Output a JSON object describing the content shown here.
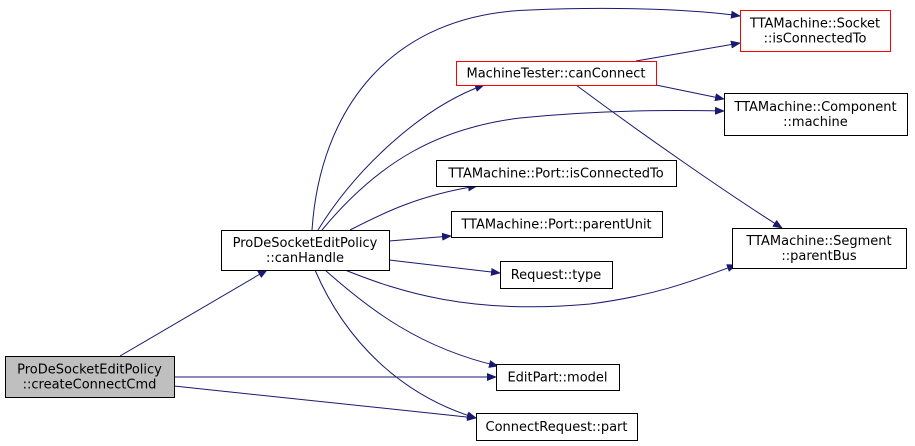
{
  "colors": {
    "edge": "#191970",
    "border_default": "#000000",
    "border_highlight": "#ff0000",
    "fill_default": "#ffffff",
    "fill_root": "#bfbfbf"
  },
  "nodes": [
    {
      "id": "create_connect_cmd",
      "lines": [
        "ProDeSocketEditPolicy",
        "::createConnectCmd"
      ],
      "style": "root"
    },
    {
      "id": "can_handle",
      "lines": [
        "ProDeSocketEditPolicy",
        "::canHandle"
      ],
      "style": "default"
    },
    {
      "id": "machine_tester_can_connect",
      "lines": [
        "MachineTester::canConnect"
      ],
      "style": "highlight"
    },
    {
      "id": "socket_is_connected_to",
      "lines": [
        "TTAMachine::Socket",
        "::isConnectedTo"
      ],
      "style": "highlight"
    },
    {
      "id": "component_machine",
      "lines": [
        "TTAMachine::Component",
        "::machine"
      ],
      "style": "default"
    },
    {
      "id": "port_is_connected_to",
      "lines": [
        "TTAMachine::Port::isConnectedTo"
      ],
      "style": "default"
    },
    {
      "id": "port_parent_unit",
      "lines": [
        "TTAMachine::Port::parentUnit"
      ],
      "style": "default"
    },
    {
      "id": "segment_parent_bus",
      "lines": [
        "TTAMachine::Segment",
        "::parentBus"
      ],
      "style": "default"
    },
    {
      "id": "request_type",
      "lines": [
        "Request::type"
      ],
      "style": "default"
    },
    {
      "id": "edit_part_model",
      "lines": [
        "EditPart::model"
      ],
      "style": "default"
    },
    {
      "id": "connect_request_part",
      "lines": [
        "ConnectRequest::part"
      ],
      "style": "default"
    }
  ],
  "edges": [
    {
      "from": "create_connect_cmd",
      "to": "can_handle"
    },
    {
      "from": "create_connect_cmd",
      "to": "edit_part_model"
    },
    {
      "from": "create_connect_cmd",
      "to": "connect_request_part"
    },
    {
      "from": "can_handle",
      "to": "socket_is_connected_to"
    },
    {
      "from": "can_handle",
      "to": "machine_tester_can_connect"
    },
    {
      "from": "can_handle",
      "to": "component_machine"
    },
    {
      "from": "can_handle",
      "to": "port_is_connected_to"
    },
    {
      "from": "can_handle",
      "to": "port_parent_unit"
    },
    {
      "from": "can_handle",
      "to": "request_type"
    },
    {
      "from": "can_handle",
      "to": "segment_parent_bus"
    },
    {
      "from": "can_handle",
      "to": "edit_part_model"
    },
    {
      "from": "can_handle",
      "to": "connect_request_part"
    },
    {
      "from": "machine_tester_can_connect",
      "to": "socket_is_connected_to"
    },
    {
      "from": "machine_tester_can_connect",
      "to": "component_machine"
    },
    {
      "from": "machine_tester_can_connect",
      "to": "segment_parent_bus"
    }
  ]
}
